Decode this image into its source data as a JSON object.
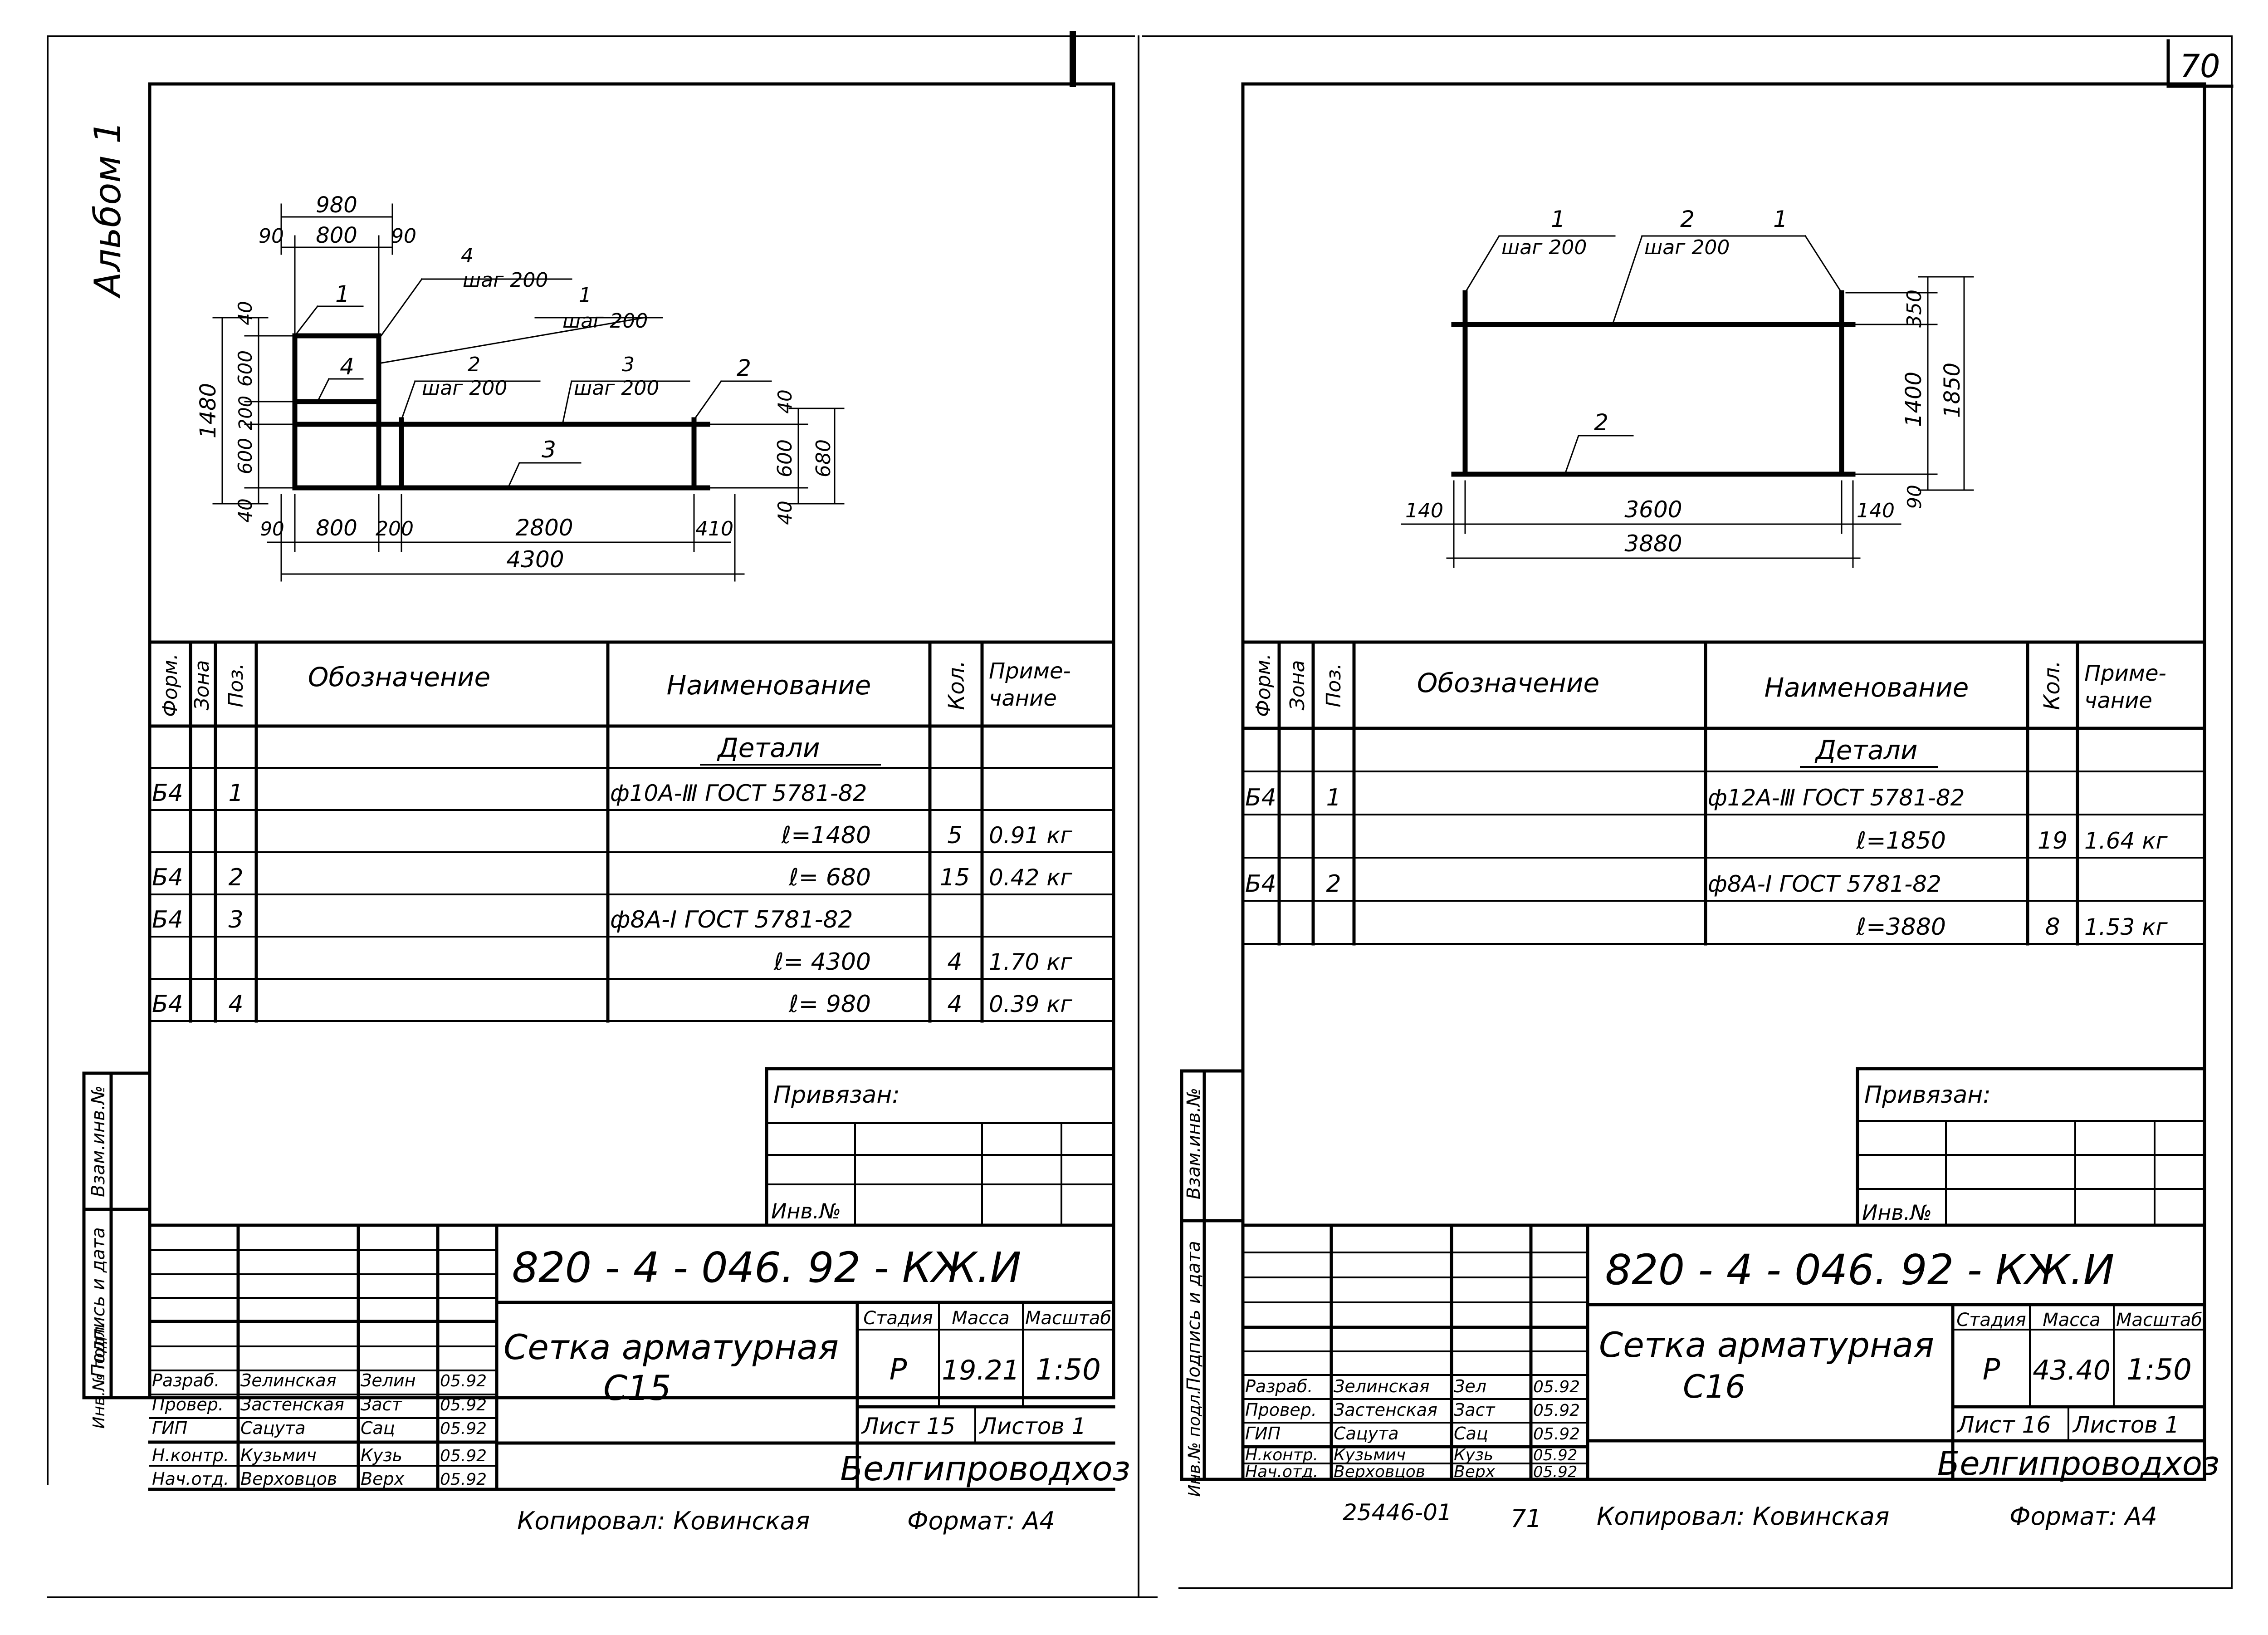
{
  "page_number": "70",
  "side_label": "Альбом 1",
  "bottom": {
    "copied_left": "Копировал: Ковинская",
    "format_left": "Формат: А4",
    "doc_number": "25446-01",
    "page_71": "71",
    "copied_right": "Копировал: Ковинская",
    "format_right": "Формат: А4"
  },
  "margin_labels": {
    "inv_orig": "Инв.№ подл.",
    "sign_date": "Подпись и дата",
    "inv_replace": "Взам.инв.№"
  },
  "spec_headers": {
    "form": "Форм.",
    "zone": "Зона",
    "pos": "Поз.",
    "designation": "Обозначение",
    "name": "Наименование",
    "qty": "Кол.",
    "note_1": "Приме-",
    "note_2": "чание"
  },
  "stamp_common": {
    "privyazan": "Привязан:",
    "inv_no": "Инв.№",
    "stage_h": "Стадия",
    "mass_h": "Масса",
    "scale_h": "Масштаб",
    "org": "Белгипроводхоз"
  },
  "left": {
    "drawing": {
      "dims": {
        "top_980": "980",
        "top_90a": "90",
        "top_800": "800",
        "top_90b": "90",
        "left_40a": "40",
        "left_600": "600",
        "left_200": "200",
        "left_600b": "600",
        "left_40b": "40",
        "left_1480": "1480",
        "right_40a": "40",
        "right_600": "600",
        "right_40b": "40",
        "right_680": "680",
        "bot_90": "90",
        "bot_800": "800",
        "bot_200": "200",
        "bot_2800": "2800",
        "bot_410": "410",
        "bot_4300": "4300"
      },
      "callouts": {
        "p1a": "1",
        "p4": "4",
        "p4_step_num": "4",
        "p4_step": "шаг 200",
        "p1_step_num": "1",
        "p1_step": "шаг 200",
        "p2_step_num": "2",
        "p2_step": "шаг 200",
        "p3_step_num": "3",
        "p3_step": "шаг 200",
        "p2b": "2",
        "p3b": "3"
      }
    },
    "spec": {
      "section": "Детали",
      "rows": [
        {
          "form": "Б4",
          "pos": "1",
          "name": "ф10А-Ⅲ ГОСТ 5781-82",
          "qty": "",
          "note": ""
        },
        {
          "form": "",
          "pos": "",
          "name": "ℓ=1480",
          "qty": "5",
          "note": "0.91 кг"
        },
        {
          "form": "Б4",
          "pos": "2",
          "name": "ℓ= 680",
          "qty": "15",
          "note": "0.42 кг"
        },
        {
          "form": "Б4",
          "pos": "3",
          "name": "ф8А-I ГОСТ 5781-82",
          "qty": "",
          "note": ""
        },
        {
          "form": "",
          "pos": "",
          "name": "ℓ= 4300",
          "qty": "4",
          "note": "1.70 кг"
        },
        {
          "form": "Б4",
          "pos": "4",
          "name": "ℓ= 980",
          "qty": "4",
          "note": "0.39 кг"
        }
      ]
    },
    "stamp": {
      "code": "820 - 4 - 046. 92 - КЖ.И",
      "title_1": "Сетка арматурная",
      "title_2": "С15",
      "stage": "Р",
      "mass": "19.21",
      "scale": "1:50",
      "sheet": "Лист 15",
      "sheets": "Листов 1",
      "people": [
        {
          "role": "Разраб.",
          "name": "Зелинская",
          "sign": "Зелин",
          "date": "05.92"
        },
        {
          "role": "Провер.",
          "name": "Застенская",
          "sign": "Заст",
          "date": "05.92"
        },
        {
          "role": "ГИП",
          "name": "Сацута",
          "sign": "Сац",
          "date": "05.92"
        },
        {
          "role": "Н.контр.",
          "name": "Кузьмич",
          "sign": "Кузь",
          "date": "05.92"
        },
        {
          "role": "Нач.отд.",
          "name": "Верховцов",
          "sign": "Верх",
          "date": "05.92"
        }
      ]
    }
  },
  "right": {
    "drawing": {
      "dims": {
        "top_350": "350",
        "mid_1400": "1400",
        "tot_1850": "1850",
        "bot_90": "90",
        "b_140a": "140",
        "b_3600": "3600",
        "b_140b": "140",
        "b_3880": "3880"
      },
      "callouts": {
        "p1_step_num": "1",
        "p1_step": "шаг 200",
        "p2_step_num": "2",
        "p2_step": "шаг 200",
        "p1b": "1",
        "p2b": "2"
      }
    },
    "spec": {
      "section": "Детали",
      "rows": [
        {
          "form": "Б4",
          "pos": "1",
          "name": "ф12А-Ⅲ ГОСТ 5781-82",
          "qty": "",
          "note": ""
        },
        {
          "form": "",
          "pos": "",
          "name": "ℓ=1850",
          "qty": "19",
          "note": "1.64 кг"
        },
        {
          "form": "Б4",
          "pos": "2",
          "name": "ф8А-I ГОСТ 5781-82",
          "qty": "",
          "note": ""
        },
        {
          "form": "",
          "pos": "",
          "name": "ℓ=3880",
          "qty": "8",
          "note": "1.53 кг"
        }
      ]
    },
    "stamp": {
      "code": "820 - 4 - 046. 92 - КЖ.И",
      "title_1": "Сетка арматурная",
      "title_2": "С16",
      "stage": "Р",
      "mass": "43.40",
      "scale": "1:50",
      "sheet": "Лист 16",
      "sheets": "Листов 1",
      "people": [
        {
          "role": "Разраб.",
          "name": "Зелинская",
          "sign": "Зел",
          "date": "05.92"
        },
        {
          "role": "Провер.",
          "name": "Застенская",
          "sign": "Заст",
          "date": "05.92"
        },
        {
          "role": "ГИП",
          "name": "Сацута",
          "sign": "Сац",
          "date": "05.92"
        },
        {
          "role": "Н.контр.",
          "name": "Кузьмич",
          "sign": "Кузь",
          "date": "05.92"
        },
        {
          "role": "Нач.отд.",
          "name": "Верховцов",
          "sign": "Верх",
          "date": "05.92"
        }
      ]
    }
  }
}
